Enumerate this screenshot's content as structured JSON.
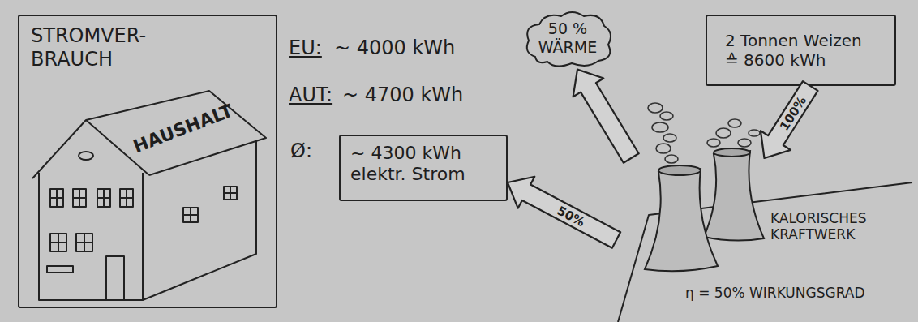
{
  "diagram": {
    "nodes": [
      {
        "text": [
          "STROMVER- BRAUCH"
        ]
      },
      {
        "text": [
          "HAUSHALT"
        ],
        "in": 0
      },
      {
        "text": [
          "Ø:",
          "~ 4300 kWh elektr. Strom"
        ]
      },
      {
        "text": [
          "50 % WÄRME"
        ]
      },
      {
        "text": [
          "2 Tonnen Weizen ≙ 8600 kWh"
        ]
      },
      {
        "text": [
          "KALORISCHES KRAFTWERK",
          "η = 50% WIRKUNGSGRAD"
        ]
      }
    ],
    "edges": [
      {
        "from": 5,
        "to": 2,
        "arrow": "to",
        "label": "50%"
      },
      {
        "from": 5,
        "to": 3,
        "arrow": "to"
      },
      {
        "from": 4,
        "to": 5,
        "arrow": "to",
        "label": "100%"
      }
    ],
    "labels": [
      "EU:",
      "~ 4000 kWh",
      "AUT:",
      "~ 4700 kWh"
    ]
  }
}
